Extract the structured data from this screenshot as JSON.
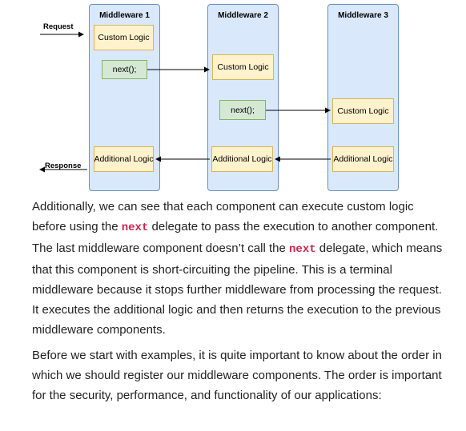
{
  "diagram": {
    "side_labels": {
      "request": "Request",
      "response": "Response"
    },
    "middlewares": [
      {
        "title": "Middleware 1",
        "custom": "Custom Logic",
        "next": "next();",
        "additional": "Additional Logic"
      },
      {
        "title": "Middleware 2",
        "custom": "Custom Logic",
        "next": "next();",
        "additional": "Additional Logic"
      },
      {
        "title": "Middleware 3",
        "custom": "Custom Logic",
        "additional": "Additional Logic"
      }
    ]
  },
  "text": {
    "p1_a": "Additionally, we can see that each component can execute custom logic before using the ",
    "p1_code1": "next",
    "p1_b": " delegate to pass the execution to another component. The last middleware component doesn’t call the ",
    "p1_code2": "next",
    "p1_c": " delegate, which means that this component is short-circuiting the pipeline. This is a terminal middleware because it stops further middleware from processing the request. It executes the additional logic and then returns the execution to the previous middleware components.",
    "p2": "Before we start with examples, it is quite important to know about the order in which we should register our middleware components. The order is important for the security, performance, and functionality of our applications:"
  },
  "colors": {
    "middleware_fill": "#dae8fc",
    "logic_fill": "#fff2cc",
    "next_fill": "#d5e8d4",
    "code_color": "#c7254e"
  }
}
